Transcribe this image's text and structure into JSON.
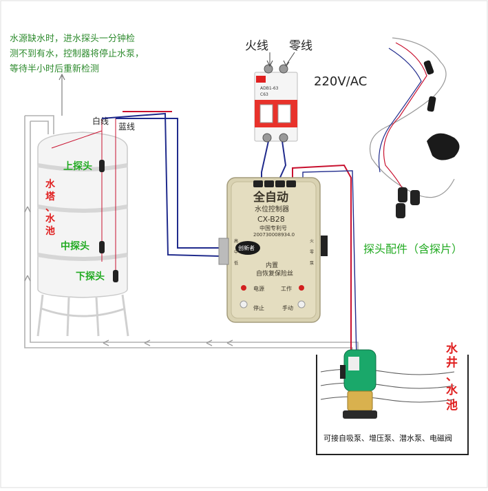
{
  "note": {
    "lines": [
      "水源缺水时，进水探头一分钟检",
      "测不到有水，控制器将停止水泵，",
      "等待半小时后重新检测"
    ],
    "color": "#2e8b2e"
  },
  "breaker": {
    "live_label": "火线",
    "neutral_label": "零线",
    "model_text": "ADB1-63",
    "rating_text": "C63",
    "voltage": "220V/AC"
  },
  "tank": {
    "white_wire": "白线",
    "blue_wire": "蓝线",
    "upper_probe": "上探头",
    "middle_probe": "中探头",
    "lower_probe": "下探头",
    "side_label": [
      "水",
      "塔",
      "、",
      "水",
      "池"
    ],
    "label_color": "#22aa22",
    "side_color": "#e02020"
  },
  "controller": {
    "title": "全自动",
    "subtitle": "水位控制器",
    "model": "CX-B28",
    "patent_label": "中国专利号",
    "patent_number": "200730008934.0",
    "brand": "创新者",
    "internal_1": "内置",
    "internal_2": "自恢复保险丝",
    "power_label": "电源",
    "work_label": "工作",
    "stop_label": "停止",
    "manual_label": "手动",
    "left_terminals": [
      "高",
      "中",
      "低"
    ],
    "right_terminals": [
      "火",
      "零",
      "泵"
    ]
  },
  "probes_accessory": {
    "label": "探头配件（含探片）",
    "color": "#22aa22"
  },
  "well": {
    "side_label": [
      "水",
      "井",
      "、",
      "水",
      "池"
    ],
    "color": "#e02020",
    "pump_note": "可接自吸泵、增压泵、潜水泵、电磁阀"
  },
  "colors": {
    "blue_wire": "#1f2a8c",
    "red_wire": "#c8102e",
    "pipe": "#b8b8b8",
    "controller_body": "#d8d0b0"
  }
}
